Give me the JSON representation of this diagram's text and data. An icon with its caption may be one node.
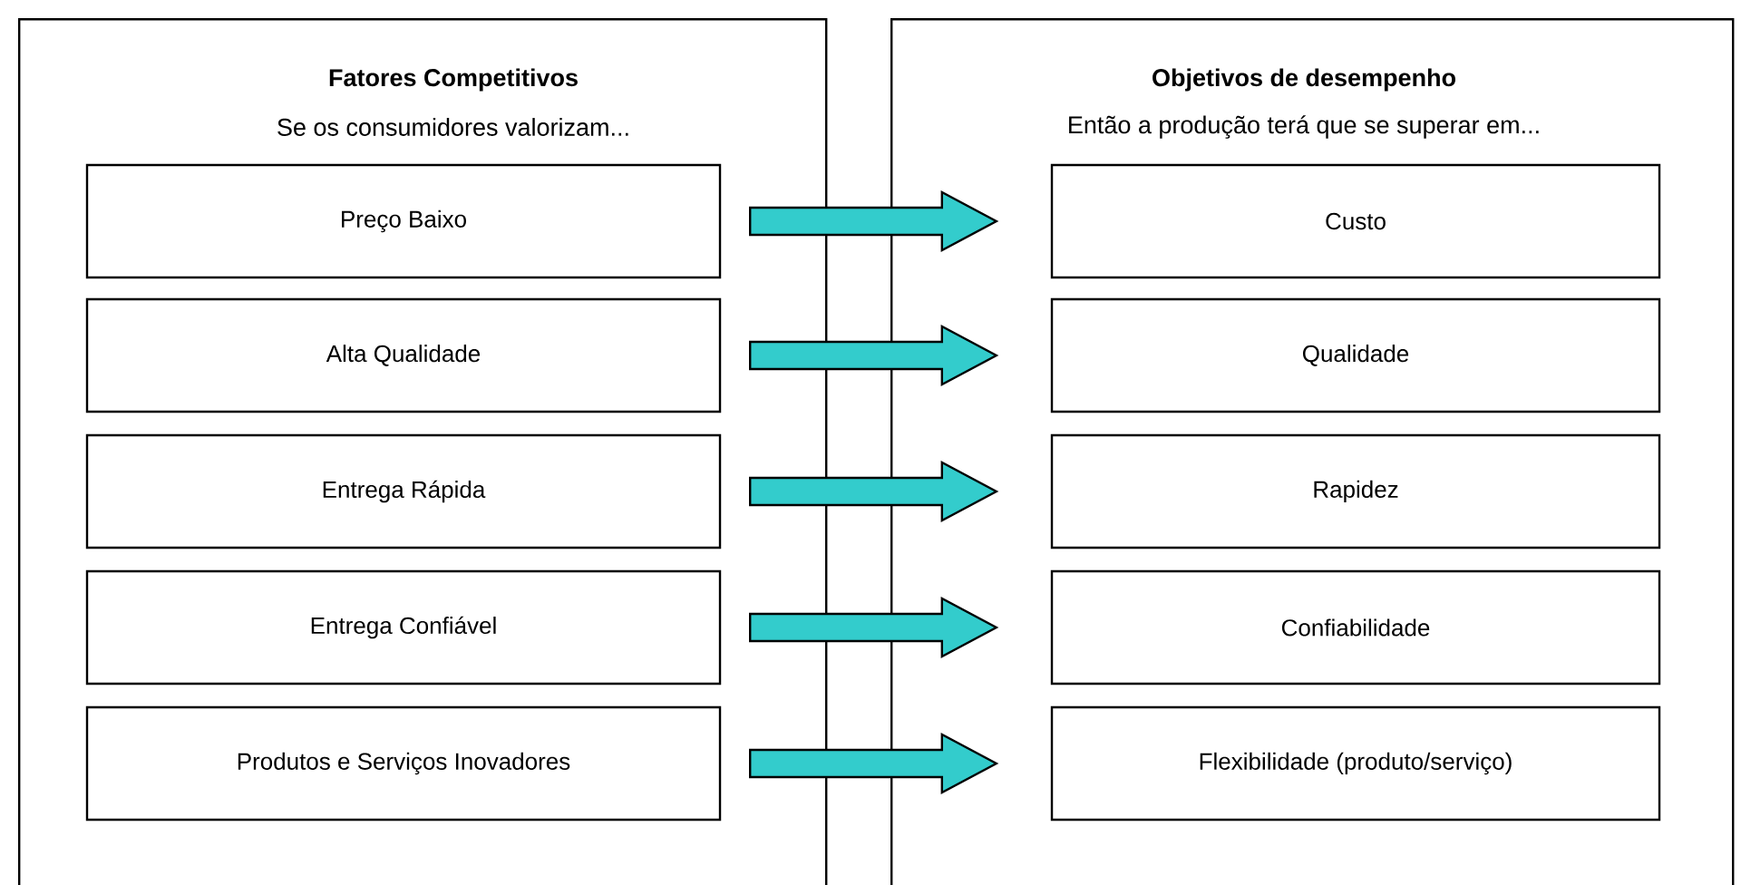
{
  "diagram": {
    "nodes": [
      {
        "text": [
          "Fatores Competitivos",
          "Se os consumidores valorizam..."
        ]
      },
      {
        "text": [
          "Preço Baixo"
        ],
        "in": 0
      },
      {
        "text": [
          "Alta Qualidade"
        ],
        "in": 0
      },
      {
        "text": [
          "Entrega Rápida"
        ],
        "in": 0
      },
      {
        "text": [
          "Entrega Confiável"
        ],
        "in": 0
      },
      {
        "text": [
          "Produtos e Serviços Inovadores"
        ],
        "in": 0
      },
      {
        "text": [
          "Objetivos de desempenho",
          "Então a produção terá que se superar em..."
        ]
      },
      {
        "text": [
          "Custo"
        ],
        "in": 6
      },
      {
        "text": [
          "Qualidade"
        ],
        "in": 6
      },
      {
        "text": [
          "Rapidez"
        ],
        "in": 6
      },
      {
        "text": [
          "Confiabilidade"
        ],
        "in": 6
      },
      {
        "text": [
          "Flexibilidade (produto/serviço)"
        ],
        "in": 6
      }
    ],
    "edges": [
      {
        "from": 1,
        "to": 7,
        "arrow": "to"
      },
      {
        "from": 2,
        "to": 8,
        "arrow": "to"
      },
      {
        "from": 3,
        "to": 9,
        "arrow": "to"
      },
      {
        "from": 4,
        "to": 10,
        "arrow": "to"
      },
      {
        "from": 5,
        "to": 11,
        "arrow": "to"
      }
    ]
  }
}
